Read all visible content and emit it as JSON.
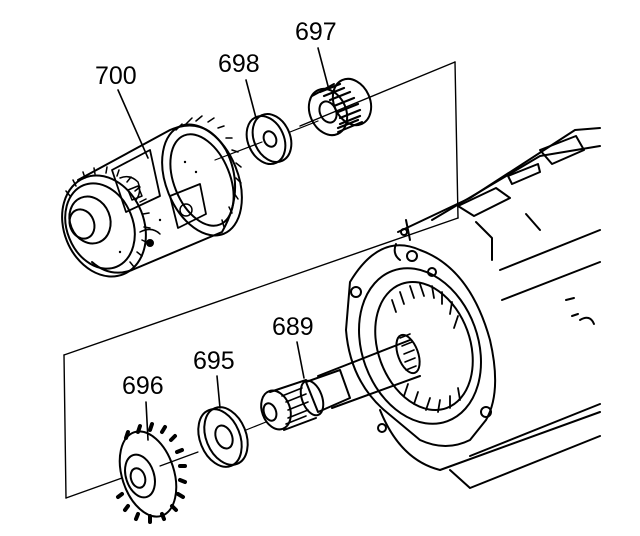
{
  "figure": {
    "callouts": {
      "differential_carrier": "700",
      "thrust_washer_upper": "698",
      "bearing_upper": "697",
      "output_shaft": "689",
      "thrust_washer_lower": "695",
      "bearing_lower": "696"
    },
    "colors": {
      "ink": "#000000",
      "paper": "#ffffff"
    }
  }
}
